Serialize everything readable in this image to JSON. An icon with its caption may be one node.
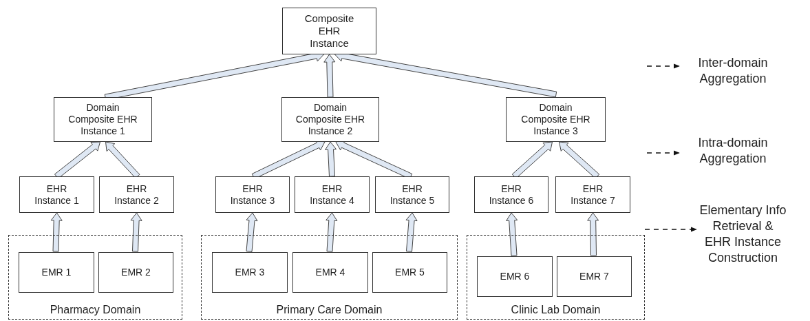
{
  "diagram": {
    "nodes": [
      {
        "text": [
          "Composite EHR Instance"
        ]
      },
      {
        "text": [
          "Inter-domain Aggregation"
        ]
      },
      {
        "text": [
          "Domain Composite EHR Instance 1"
        ]
      },
      {
        "text": [
          "Domain Composite EHR Instance 2"
        ]
      },
      {
        "text": [
          "Domain Composite EHR Instance 3"
        ]
      },
      {
        "text": [
          "Intra-domain Aggregation"
        ]
      },
      {
        "text": [
          "EHR Instance 1"
        ]
      },
      {
        "text": [
          "EHR Instance 2"
        ]
      },
      {
        "text": [
          "EHR Instance 3"
        ]
      },
      {
        "text": [
          "EHR Instance 4"
        ]
      },
      {
        "text": [
          "EHR Instance 5"
        ]
      },
      {
        "text": [
          "EHR Instance 6"
        ]
      },
      {
        "text": [
          "EHR Instance 7"
        ]
      },
      {
        "text": [
          "Elementary Info Retrieval & EHR Instance Construction"
        ]
      },
      {
        "text": [
          "Pharmacy Domain"
        ]
      },
      {
        "text": [
          "EMR 1"
        ],
        "in": 14
      },
      {
        "text": [
          "EMR 2"
        ],
        "in": 14
      },
      {
        "text": [
          "Primary Care Domain"
        ]
      },
      {
        "text": [
          "EMR 3"
        ],
        "in": 17
      },
      {
        "text": [
          "EMR 4"
        ],
        "in": 17
      },
      {
        "text": [
          "EMR 5"
        ],
        "in": 17
      },
      {
        "text": [
          "Clinic Lab Domain"
        ]
      },
      {
        "text": [
          "EMR 6"
        ],
        "in": 21
      },
      {
        "text": [
          "EMR 7"
        ],
        "in": 21
      }
    ],
    "edges": [
      {
        "from": 2,
        "to": 0,
        "arrow": "to"
      },
      {
        "from": 3,
        "to": 0,
        "arrow": "to"
      },
      {
        "from": 4,
        "to": 0,
        "arrow": "to"
      },
      {
        "from": 6,
        "to": 2,
        "arrow": "to"
      },
      {
        "from": 7,
        "to": 2,
        "arrow": "to"
      },
      {
        "from": 8,
        "to": 3,
        "arrow": "to"
      },
      {
        "from": 9,
        "to": 3,
        "arrow": "to"
      },
      {
        "from": 10,
        "to": 3,
        "arrow": "to"
      },
      {
        "from": 11,
        "to": 4,
        "arrow": "to"
      },
      {
        "from": 12,
        "to": 4,
        "arrow": "to"
      },
      {
        "from": 15,
        "to": 6,
        "arrow": "to"
      },
      {
        "from": 16,
        "to": 7,
        "arrow": "to"
      },
      {
        "from": 18,
        "to": 8,
        "arrow": "to"
      },
      {
        "from": 19,
        "to": 9,
        "arrow": "to"
      },
      {
        "from": 20,
        "to": 10,
        "arrow": "to"
      },
      {
        "from": 22,
        "to": 11,
        "arrow": "to"
      },
      {
        "from": 23,
        "to": 12,
        "arrow": "to"
      },
      {
        "from": null,
        "to": 1,
        "arrow": "to",
        "style": "dashed"
      },
      {
        "from": null,
        "to": 5,
        "arrow": "to",
        "style": "dashed"
      },
      {
        "from": 21,
        "to": 13,
        "arrow": "to",
        "style": "dashed"
      }
    ]
  }
}
